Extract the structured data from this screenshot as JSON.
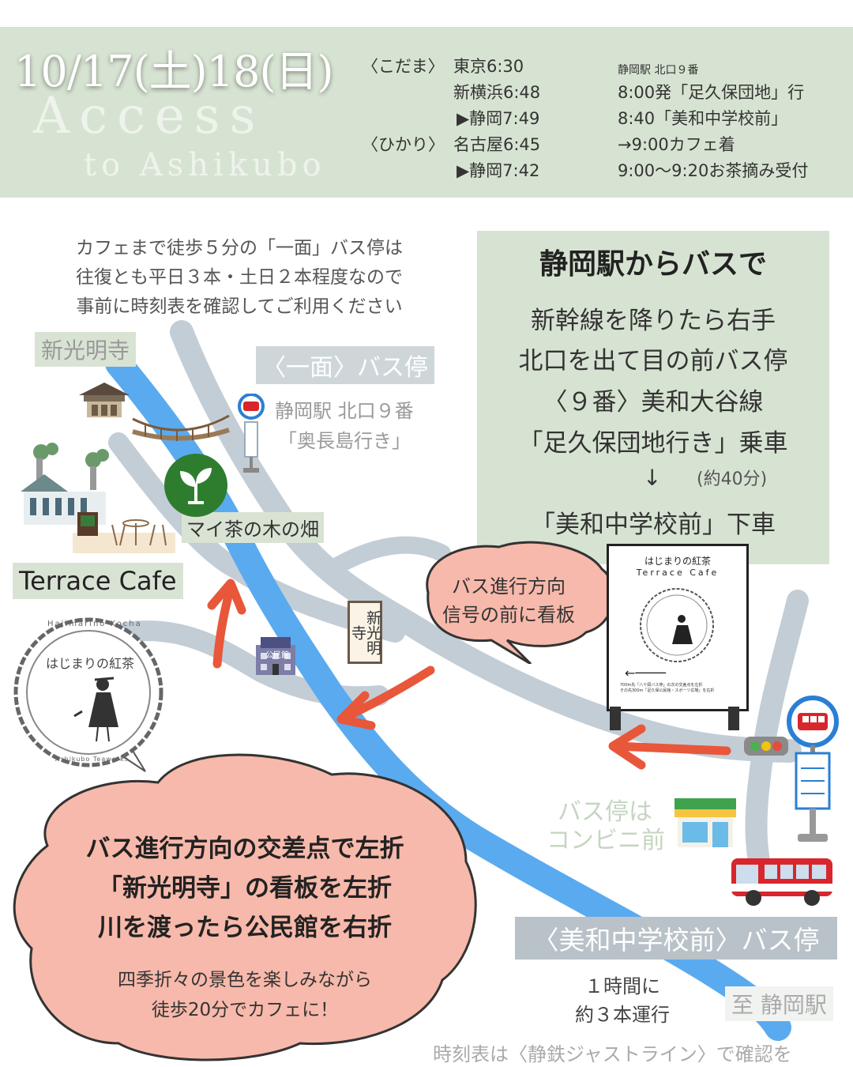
{
  "header": {
    "date": "10/17(土)18(日)",
    "title": "Access",
    "subtitle": "to Ashikubo",
    "trains": {
      "kodama_label": "〈こだま〉",
      "kodama_line1": "東京6:30",
      "kodama_line2": "新横浜6:48",
      "kodama_line3": "▶静岡7:49",
      "hikari_label": "〈ひかり〉",
      "hikari_line1": "名古屋6:45",
      "hikari_line2": "▶静岡7:42"
    },
    "bus": {
      "stop": "静岡駅 北口９番",
      "line1": "8:00発「足久保団地」行",
      "line2": "8:40「美和中学校前」",
      "line3": "→9:00カフェ着",
      "line4": "9:00〜9:20お茶摘み受付"
    }
  },
  "notice": {
    "line1": "カフェまで徒歩５分の「一面」バス停は",
    "line2": "往復とも平日３本・土日２本程度なので",
    "line3": "事前に時刻表を確認してご利用ください"
  },
  "panel": {
    "heading": "静岡駅からバスで",
    "line1": "新幹線を降りたら右手",
    "line2": "北口を出て目の前バス停",
    "line3": "〈９番〉美和大谷線",
    "line4": "「足久保団地行き」乗車",
    "arrow": "↓",
    "duration": "(約40分)",
    "line5": "「美和中学校前」下車"
  },
  "map": {
    "temple_label": "新光明寺",
    "ichimen_stop": "〈一面〉バス停",
    "ichimen_info1": "静岡駅 北口９番",
    "ichimen_info2": "「奥長島行き」",
    "tea_field": "マイ茶の木の畑",
    "terrace_cafe": "Terrace Cafe",
    "signpost": "新光明寺",
    "community_hall": "公民館",
    "bubble_small_line1": "バス進行方向",
    "bubble_small_line2": "信号の前に看板",
    "signboard_title": "はじまりの紅茶",
    "signboard_sub": "Terrace Cafe",
    "signboard_logo": "はじまりの紅茶",
    "signboard_note1": "700m先「八十岡バス停」の次の交差点を左折",
    "signboard_note2": "その先300m「足久保公民館・スポーツ広場」を右折",
    "konbini_line1": "バス停は",
    "konbini_line2": "コンビニ前",
    "miwa_stop": "〈美和中学校前〉バス停",
    "frequency_line1": "１時間に",
    "frequency_line2": "約３本運行",
    "to_station": "至 静岡駅",
    "timetable_note": "時刻表は〈静鉄ジャストライン〉で確認を",
    "logo_top": "Hajimarino Kocha",
    "logo_center": "はじまりの紅茶",
    "logo_bottom": "Ashikubo Teaworks"
  },
  "directions": {
    "line1": "バス進行方向の交差点で左折",
    "line2": "「新光明寺」の看板を左折",
    "line3": "川を渡ったら公民館を右折",
    "sub1": "四季折々の景色を楽しみながら",
    "sub2": "徒歩20分でカフェに！"
  },
  "colors": {
    "header_bg": "#d7e3d2",
    "river": "#5aaaf0",
    "road": "#c3cdd6",
    "arrow": "#e8573a",
    "bubble": "#f7b9ab",
    "bus_sign": "#2a7fd4",
    "bus_body": "#d8262c"
  },
  "icons": [
    "temple-icon",
    "bridge-icon",
    "tea-leaf-icon",
    "factory-icon",
    "terrace-icon",
    "bus-stop-icon",
    "community-hall-icon",
    "traffic-light-icon",
    "convenience-store-icon",
    "bus-icon",
    "signboard-icon",
    "logo-emblem"
  ]
}
